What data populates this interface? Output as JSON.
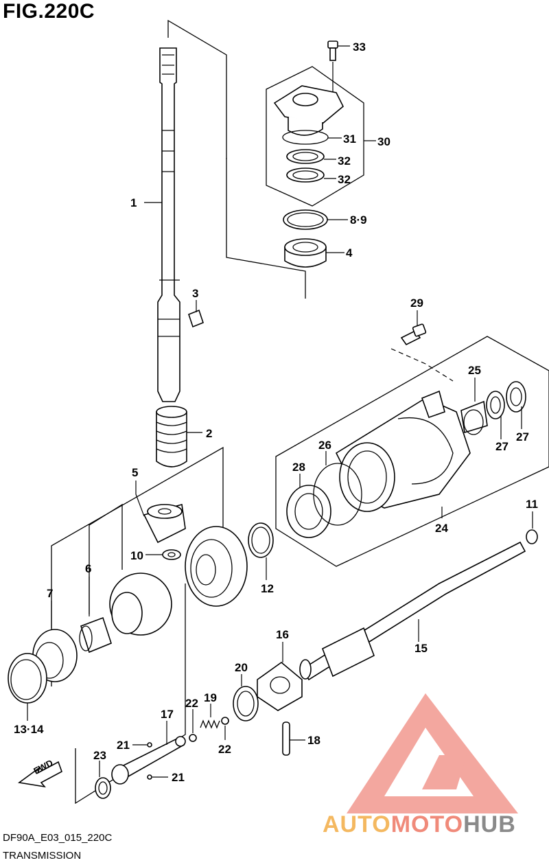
{
  "figure": {
    "title": "FIG.220C",
    "code": "DF90A_E03_015_220C",
    "section": "TRANSMISSION"
  },
  "watermark": {
    "brand_parts": [
      "AUTO",
      "MOTO",
      "HUB"
    ],
    "colors": {
      "auto": "#f4b860",
      "moto": "#f08a7a",
      "hub": "#8a8a8a",
      "logo": "#f08a80"
    }
  },
  "fwd_arrow": {
    "label": "FWD"
  },
  "part_labels": [
    {
      "id": "p1",
      "text": "1"
    },
    {
      "id": "p2",
      "text": "2"
    },
    {
      "id": "p3",
      "text": "3"
    },
    {
      "id": "p4",
      "text": "4"
    },
    {
      "id": "p5",
      "text": "5"
    },
    {
      "id": "p6",
      "text": "6"
    },
    {
      "id": "p7",
      "text": "7"
    },
    {
      "id": "p89",
      "text": "8·9"
    },
    {
      "id": "p10",
      "text": "10"
    },
    {
      "id": "p11",
      "text": "11"
    },
    {
      "id": "p12",
      "text": "12"
    },
    {
      "id": "p1314",
      "text": "13·14"
    },
    {
      "id": "p15",
      "text": "15"
    },
    {
      "id": "p16",
      "text": "16"
    },
    {
      "id": "p17",
      "text": "17"
    },
    {
      "id": "p18",
      "text": "18"
    },
    {
      "id": "p19",
      "text": "19"
    },
    {
      "id": "p20",
      "text": "20"
    },
    {
      "id": "p21a",
      "text": "21"
    },
    {
      "id": "p21b",
      "text": "21"
    },
    {
      "id": "p22a",
      "text": "22"
    },
    {
      "id": "p22b",
      "text": "22"
    },
    {
      "id": "p23",
      "text": "23"
    },
    {
      "id": "p24",
      "text": "24"
    },
    {
      "id": "p25",
      "text": "25"
    },
    {
      "id": "p26",
      "text": "26"
    },
    {
      "id": "p27a",
      "text": "27"
    },
    {
      "id": "p27b",
      "text": "27"
    },
    {
      "id": "p28",
      "text": "28"
    },
    {
      "id": "p29",
      "text": "29"
    },
    {
      "id": "p30",
      "text": "30"
    },
    {
      "id": "p31",
      "text": "31"
    },
    {
      "id": "p32a",
      "text": "32"
    },
    {
      "id": "p32b",
      "text": "32"
    },
    {
      "id": "p33",
      "text": "33"
    }
  ]
}
